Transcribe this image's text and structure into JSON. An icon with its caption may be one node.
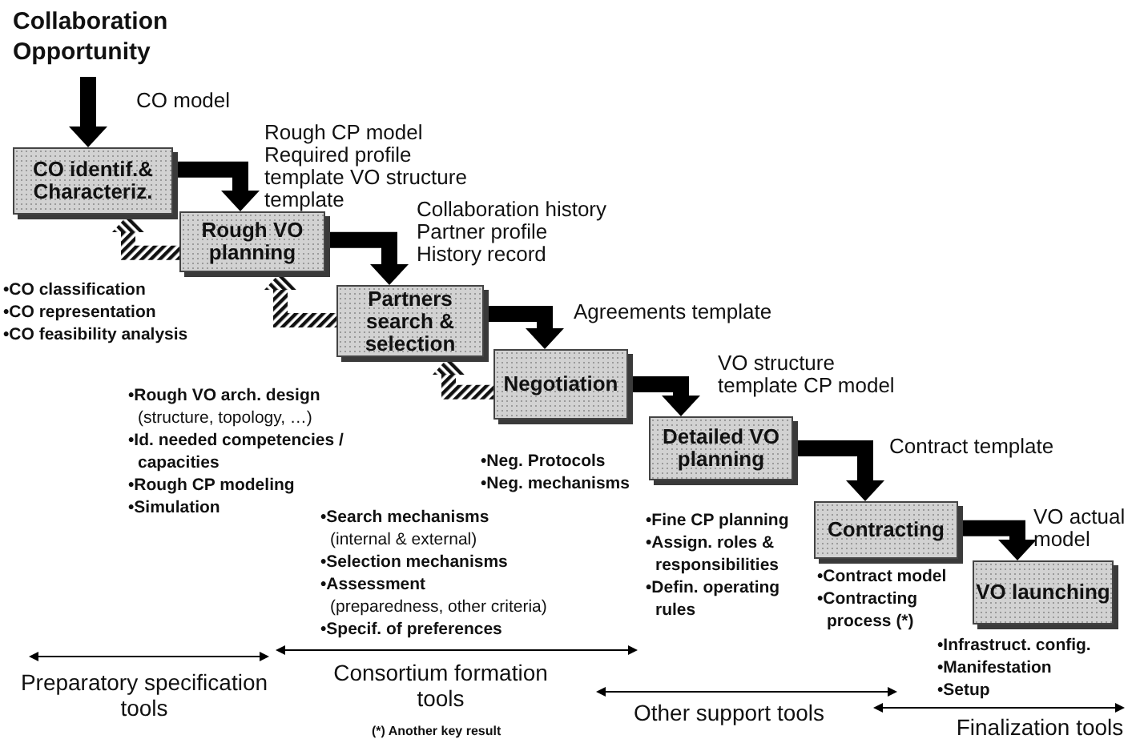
{
  "diagram": {
    "nodes": [
      {
        "text": [
          "Collaboration Opportunity"
        ]
      },
      {
        "text": [
          "CO identif.& Characteriz."
        ],
        "beside": [
          "•CO classification",
          "•CO representation",
          "•CO feasibility analysis"
        ]
      },
      {
        "text": [
          "Rough VO planning"
        ],
        "beside": [
          "**•Rough VO arch. design** (structure, topology, …)",
          "•Id. needed competencies / capacities",
          "•Rough CP modeling",
          "•Simulation"
        ]
      },
      {
        "text": [
          "Partners search & selection"
        ],
        "beside": [
          "**•Search mechanisms** (internal & external)",
          "•Selection mechanisms",
          "**•Assessment** (preparedness, other criteria)",
          "•Specif. of preferences"
        ]
      },
      {
        "text": [
          "Negotiation"
        ],
        "beside": [
          "•Neg. Protocols",
          "•Neg. mechanisms"
        ]
      },
      {
        "text": [
          "Detailed VO planning"
        ],
        "beside": [
          "•Fine CP planning",
          "•Assign. roles & responsibilities",
          "•Defin. operating rules"
        ]
      },
      {
        "text": [
          "Contracting"
        ],
        "beside": [
          "•Contract model",
          "•Contracting process (*)"
        ]
      },
      {
        "text": [
          "VO launching"
        ],
        "beside": [
          "•Infrastruct. config.",
          "•Manifestation",
          "•Setup"
        ]
      }
    ],
    "edges": [
      {
        "from": 0,
        "to": 1,
        "arrow": "to",
        "label": "CO model"
      },
      {
        "from": 1,
        "to": 2,
        "arrow": "to",
        "label": "Rough CP model Required profile template VO structure template"
      },
      {
        "from": 2,
        "to": 3,
        "arrow": "to",
        "label": "Collaboration history Partner profile History record"
      },
      {
        "from": 3,
        "to": 4,
        "arrow": "to",
        "label": "Agreements template"
      },
      {
        "from": 4,
        "to": 5,
        "arrow": "to",
        "label": "VO structure template CP model"
      },
      {
        "from": 5,
        "to": 6,
        "arrow": "to",
        "label": "Contract template"
      },
      {
        "from": 6,
        "to": 7,
        "arrow": "to",
        "label": "VO actual model"
      },
      {
        "from": 2,
        "to": 1,
        "arrow": "to",
        "style": "dashed"
      },
      {
        "from": 3,
        "to": 2,
        "arrow": "to",
        "style": "dashed"
      },
      {
        "from": 4,
        "to": 3,
        "arrow": "to",
        "style": "dashed"
      }
    ],
    "labels": [
      "Preparatory specification tools",
      "Consortium formation tools",
      "Other support tools",
      "(*) Another key result",
      "Finalization tools"
    ]
  }
}
